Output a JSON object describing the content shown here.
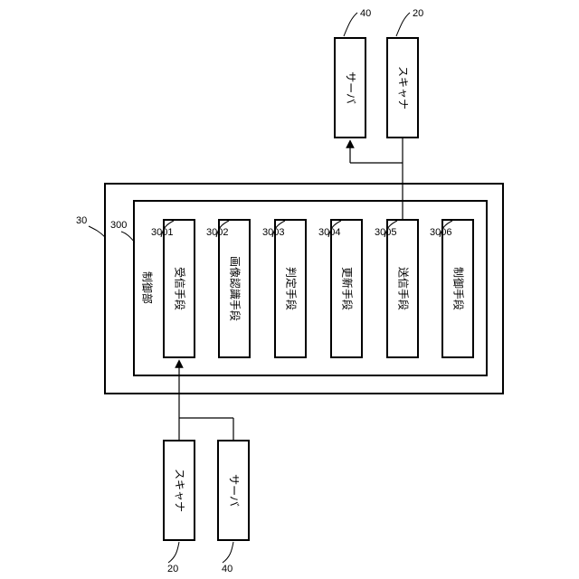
{
  "diagram": {
    "outer_device": {
      "ref": "30"
    },
    "control_unit": {
      "ref": "300",
      "label": "制御部"
    },
    "modules": [
      {
        "ref": "3001",
        "label": "受信手段"
      },
      {
        "ref": "3002",
        "label": "画像認識手段"
      },
      {
        "ref": "3003",
        "label": "判定手段"
      },
      {
        "ref": "3004",
        "label": "更新手段"
      },
      {
        "ref": "3005",
        "label": "送信手段"
      },
      {
        "ref": "3006",
        "label": "制御手段"
      }
    ],
    "inputs": [
      {
        "ref": "20",
        "label": "スキャナ"
      },
      {
        "ref": "40",
        "label": "サーバ"
      }
    ],
    "outputs": [
      {
        "ref": "40",
        "label": "サーバ"
      },
      {
        "ref": "20",
        "label": "スキャナ"
      }
    ]
  }
}
